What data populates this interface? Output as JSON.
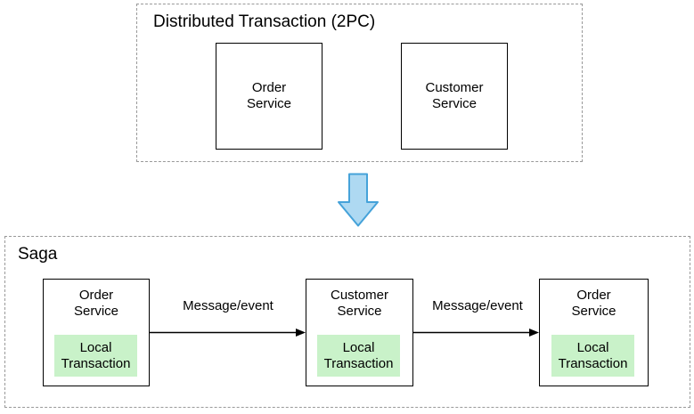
{
  "top_section": {
    "title": "Distributed Transaction (2PC)",
    "boxes": [
      {
        "label": "Order\nService"
      },
      {
        "label": "Customer\nService"
      }
    ]
  },
  "transition_arrow": {
    "direction": "down",
    "fill": "#aed9f2",
    "stroke": "#45a2d9"
  },
  "saga_section": {
    "title": "Saga",
    "steps": [
      {
        "service": "Order\nService",
        "local": "Local\nTransaction"
      },
      {
        "service": "Customer\nService",
        "local": "Local\nTransaction"
      },
      {
        "service": "Order\nService",
        "local": "Local\nTransaction"
      }
    ],
    "message_labels": [
      "Message/event",
      "Message/event"
    ]
  },
  "colors": {
    "local_transaction_bg": "#c9f2c9",
    "box_border": "#000000",
    "dashed_border": "#999999",
    "message_arrow": "#000000"
  }
}
